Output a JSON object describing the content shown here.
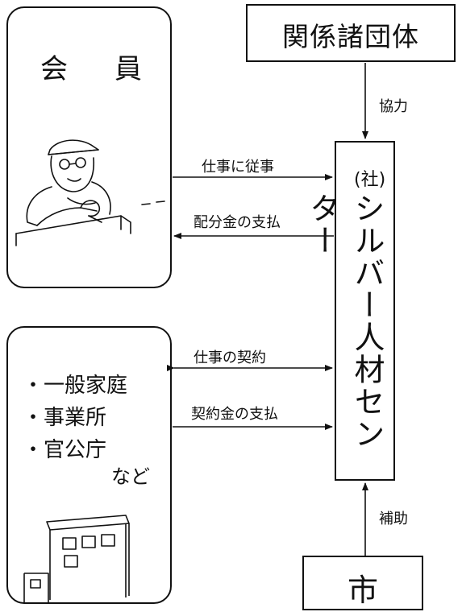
{
  "members": {
    "title_left": "会",
    "title_right": "員"
  },
  "related_orgs": {
    "label": "関係諸団体"
  },
  "center": {
    "prefix": "(社)",
    "name": "シルバー人材センター"
  },
  "city": {
    "label": "市"
  },
  "clients": {
    "items": [
      "・一般家庭",
      "・事業所",
      "・官公庁"
    ],
    "etc": "など"
  },
  "edges": {
    "cooperate": "協力",
    "engage_work": "仕事に従事",
    "distribution_payment": "配分金の支払",
    "work_contract": "仕事の契約",
    "contract_payment": "契約金の支払",
    "subsidy": "補助"
  },
  "icons": {
    "worker": "worker-illustration",
    "building": "building-illustration"
  }
}
